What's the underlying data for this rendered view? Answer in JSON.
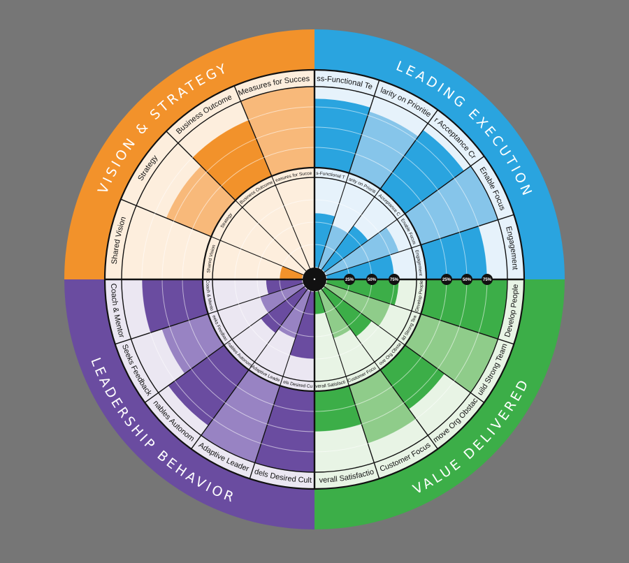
{
  "quadrants": [
    {
      "id": "vision",
      "title": "VISION & STRATEGY",
      "color": "#f2922b",
      "light": "#fdeedd",
      "mid": "#f8b97a",
      "start": 270,
      "end": 360,
      "segments": [
        {
          "label": "Shared Vision",
          "outer": 0.0,
          "inner": 0.25
        },
        {
          "label": "Strategy",
          "outer": 0.6,
          "inner": 0.0
        },
        {
          "label": "Business Outcome",
          "outer": 0.75,
          "inner": 0.0
        },
        {
          "label": "Measures for Success",
          "outer": 1.0,
          "inner": 0.0
        }
      ]
    },
    {
      "id": "execution",
      "title": "LEADING EXECUTION",
      "color": "#2aa4df",
      "light": "#e6f2fb",
      "mid": "#86c5ea",
      "start": 0,
      "end": 90,
      "segments": [
        {
          "label": "Cross-Functional Teams",
          "outer": 0.85,
          "inner": 0.6
        },
        {
          "label": "Clarity on Priorities",
          "outer": 0.8,
          "inner": 0.5
        },
        {
          "label": "Clear Acceptance Criteria",
          "outer": 0.9,
          "inner": 0.6
        },
        {
          "label": "Enable Focus",
          "outer": 1.0,
          "inner": 0.85
        },
        {
          "label": "Engagement",
          "outer": 0.75,
          "inner": 0.75
        }
      ]
    },
    {
      "id": "value",
      "title": "VALUE DELIVERED",
      "color": "#3cae48",
      "light": "#e8f4e5",
      "mid": "#8fcc8a",
      "start": 90,
      "end": 180,
      "segments": [
        {
          "label": "Develop People",
          "outer": 1.0,
          "inner": 0.8
        },
        {
          "label": "Build Strong Teams",
          "outer": 1.0,
          "inner": 0.75
        },
        {
          "label": "Remove Org Obstacles",
          "outer": 0.6,
          "inner": 0.65
        },
        {
          "label": "Customer Focus",
          "outer": 0.75,
          "inner": 0.55
        },
        {
          "label": "Overall Satisfaction",
          "outer": 0.5,
          "inner": 0.25
        }
      ]
    },
    {
      "id": "leadership",
      "title": "LEADERSHIP BEHAVIOR",
      "color": "#6a4ca0",
      "light": "#ebe7f2",
      "mid": "#9883c3",
      "start": 180,
      "end": 270,
      "segments": [
        {
          "label": "Models Desired Culture",
          "outer": 1.0,
          "inner": 0.75
        },
        {
          "label": "Adaptive Leader",
          "outer": 1.0,
          "inner": 0.55
        },
        {
          "label": "Enables Autonomy",
          "outer": 0.85,
          "inner": 0.6
        },
        {
          "label": "Seeks Feedback",
          "outer": 0.6,
          "inner": 0.5
        },
        {
          "label": "Coach & Mentor",
          "outer": 0.75,
          "inner": 0.4
        }
      ]
    }
  ],
  "inner_markers": [
    "25%",
    "50%",
    "75%"
  ],
  "outer_markers": [
    "25%",
    "50%",
    "75%"
  ],
  "center_symbol": "•"
}
